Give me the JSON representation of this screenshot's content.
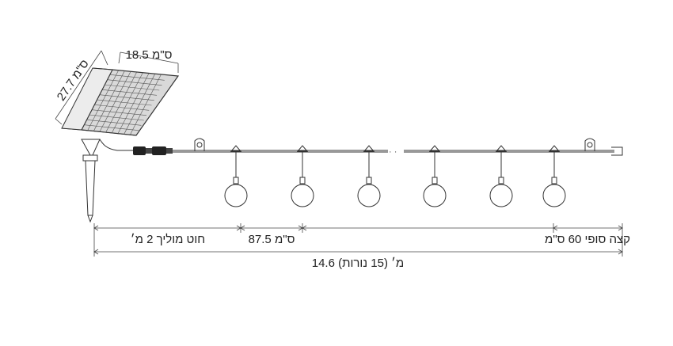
{
  "dimensions": {
    "panel_width": "18.5 ס\"מ",
    "panel_height": "27.7 ס\"מ",
    "lead_cable": "חוט מוליך 2 מ׳",
    "bulb_spacing": "87.5 ס\"מ",
    "end_tail": "קצה סופי 60 ס\"מ",
    "total_length": "14.6 מ׳ (15 נורות)"
  },
  "product": {
    "visible_bulbs": 6,
    "colors": {
      "line": "#333333",
      "panel_fill": "#d9d9d9",
      "connector": "#222222",
      "bulb_fill": "#ffffff"
    }
  }
}
